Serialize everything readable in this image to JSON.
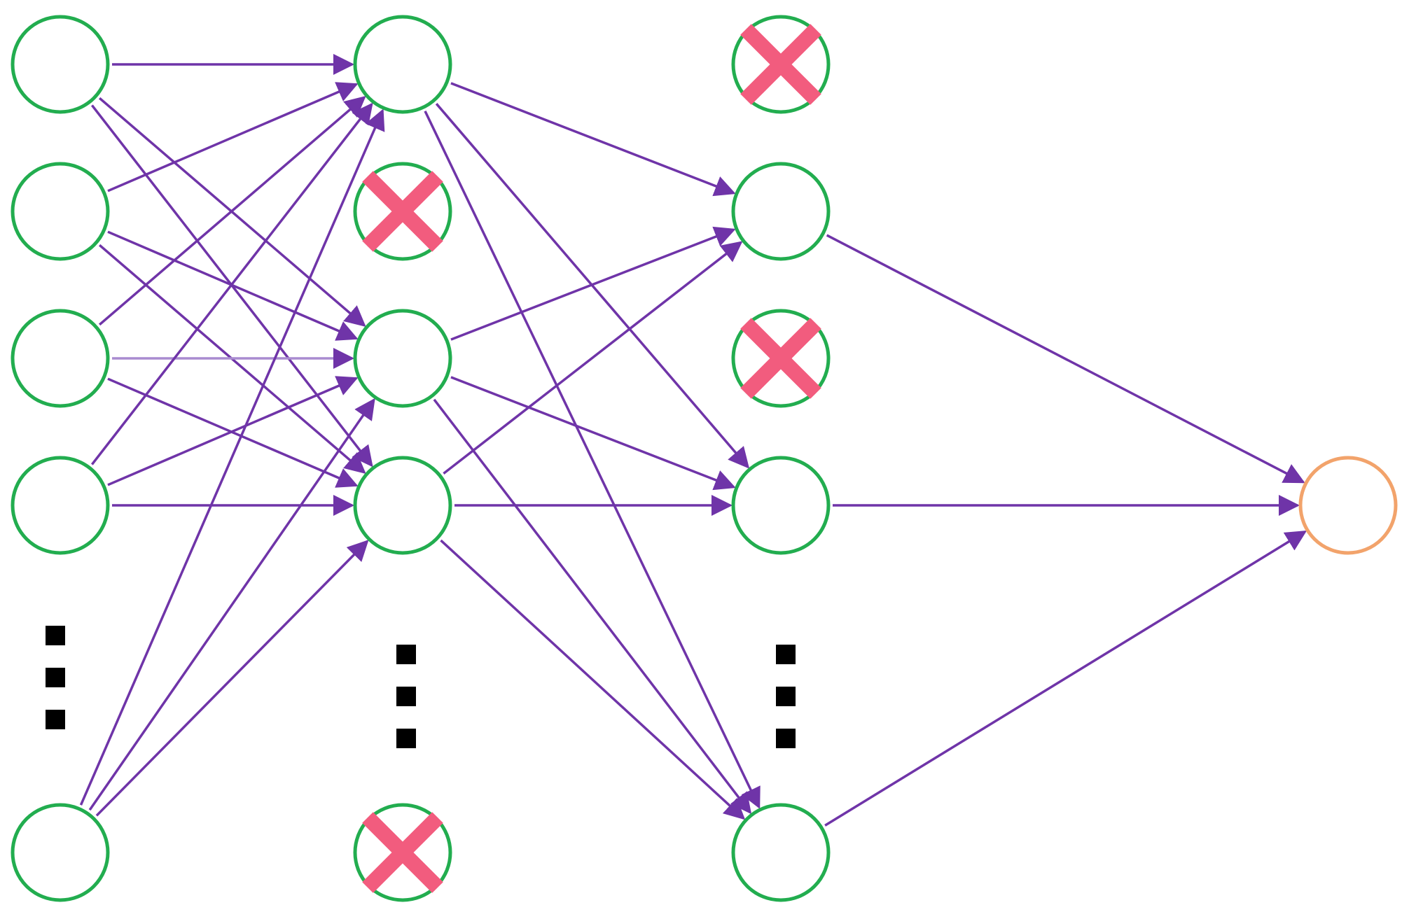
{
  "diagram": {
    "type": "neural-network-dropout",
    "colors": {
      "node_stroke": "#22ad4f",
      "output_stroke": "#f2a36b",
      "edge": "#6f34a8",
      "edge_light": "#a98bd0",
      "dropout_cross": "#f25c7e",
      "ellipsis": "#000000",
      "background": "#ffffff"
    },
    "layers": [
      {
        "id": "input",
        "nodes": [
          {
            "id": "i1",
            "dropped": false
          },
          {
            "id": "i2",
            "dropped": false
          },
          {
            "id": "i3",
            "dropped": false
          },
          {
            "id": "i4",
            "dropped": false
          },
          {
            "id": "i5",
            "dropped": false
          }
        ],
        "ellipsis_after": 4
      },
      {
        "id": "hidden1",
        "nodes": [
          {
            "id": "h1",
            "dropped": false
          },
          {
            "id": "h2",
            "dropped": true
          },
          {
            "id": "h3",
            "dropped": false
          },
          {
            "id": "h4",
            "dropped": false
          },
          {
            "id": "h5",
            "dropped": true
          }
        ],
        "ellipsis_after": 4
      },
      {
        "id": "hidden2",
        "nodes": [
          {
            "id": "g1",
            "dropped": true
          },
          {
            "id": "g2",
            "dropped": false
          },
          {
            "id": "g3",
            "dropped": true
          },
          {
            "id": "g4",
            "dropped": false
          },
          {
            "id": "g5",
            "dropped": false
          }
        ],
        "ellipsis_after": 4
      },
      {
        "id": "output",
        "nodes": [
          {
            "id": "o1",
            "dropped": false
          }
        ]
      }
    ],
    "edges": [
      [
        "i1",
        "h1"
      ],
      [
        "i1",
        "h3"
      ],
      [
        "i1",
        "h4"
      ],
      [
        "i2",
        "h1"
      ],
      [
        "i2",
        "h3"
      ],
      [
        "i2",
        "h4"
      ],
      [
        "i3",
        "h1"
      ],
      [
        "i3",
        "h3"
      ],
      [
        "i3",
        "h4"
      ],
      [
        "i4",
        "h1"
      ],
      [
        "i4",
        "h3"
      ],
      [
        "i4",
        "h4"
      ],
      [
        "i5",
        "h1"
      ],
      [
        "i5",
        "h3"
      ],
      [
        "i5",
        "h4"
      ],
      [
        "h1",
        "g2"
      ],
      [
        "h1",
        "g4"
      ],
      [
        "h1",
        "g5"
      ],
      [
        "h3",
        "g2"
      ],
      [
        "h3",
        "g4"
      ],
      [
        "h3",
        "g5"
      ],
      [
        "h4",
        "g2"
      ],
      [
        "h4",
        "g4"
      ],
      [
        "h4",
        "g5"
      ],
      [
        "g2",
        "o1"
      ],
      [
        "g4",
        "o1"
      ],
      [
        "g5",
        "o1"
      ]
    ]
  }
}
